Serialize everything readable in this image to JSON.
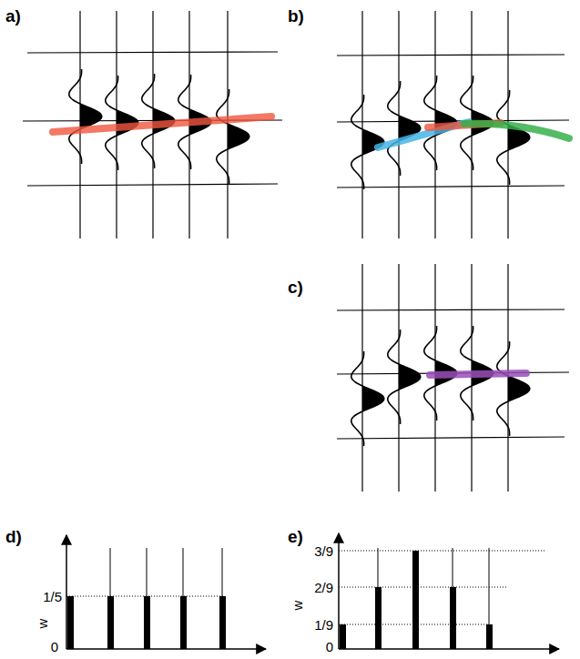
{
  "diagram": {
    "labels": [
      "a)",
      "b)",
      "c)",
      "d)",
      "e)",
      "w",
      "1/5",
      "0",
      "w",
      "3/9",
      "2/9",
      "1/9",
      "0"
    ]
  }
}
